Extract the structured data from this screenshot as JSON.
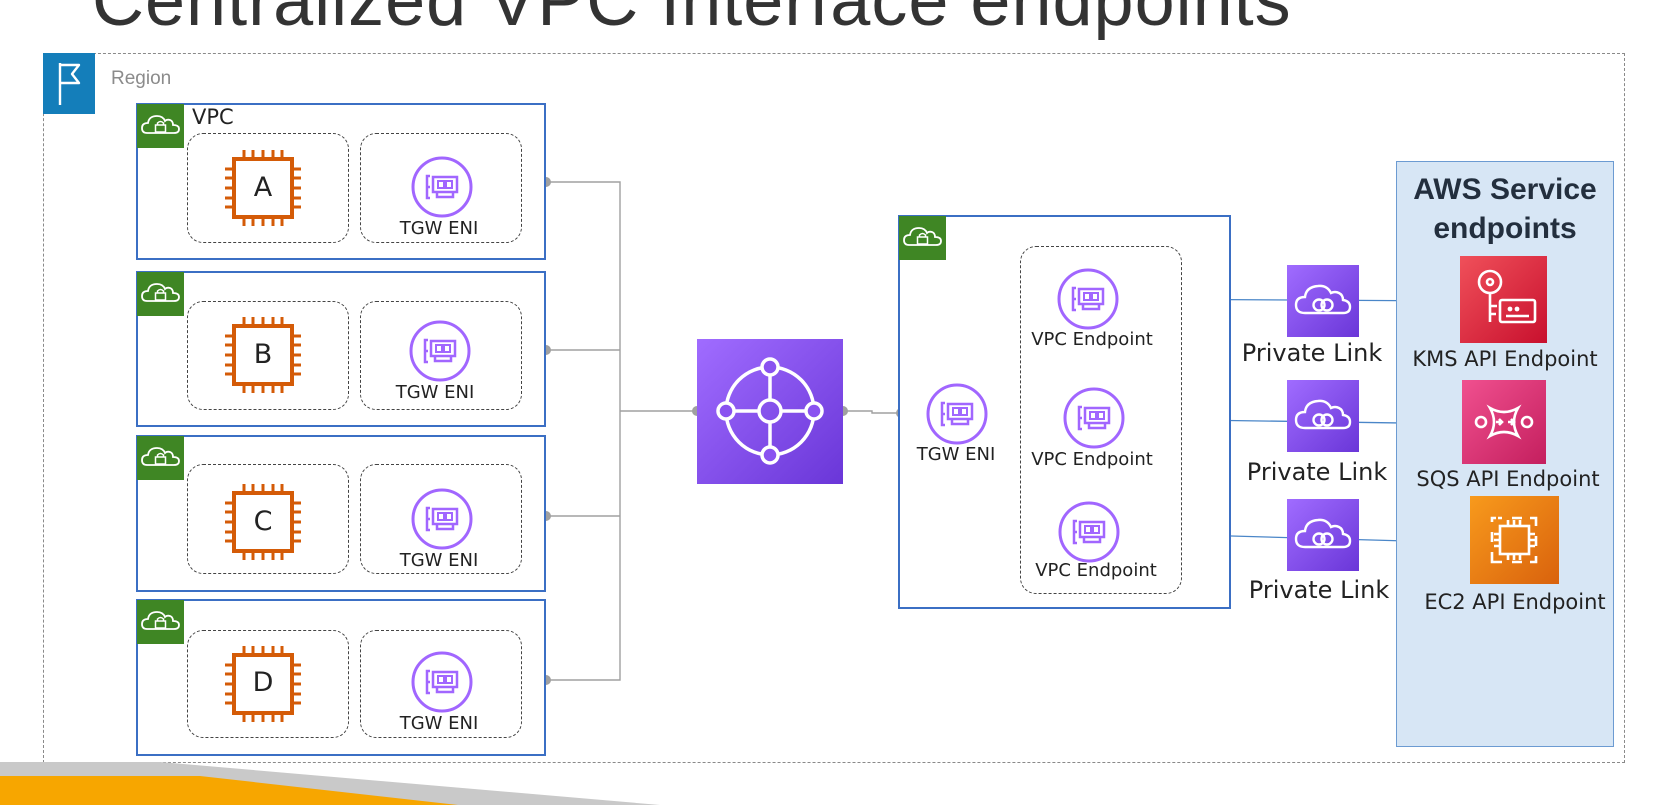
{
  "title": "Centralized VPC Interface endpoints",
  "region": {
    "label": "Region",
    "icon": "flag-icon"
  },
  "vpcs": [
    {
      "label": "VPC",
      "instance": "A",
      "eni_label": "TGW ENI"
    },
    {
      "label": "",
      "instance": "B",
      "eni_label": "TGW ENI"
    },
    {
      "label": "",
      "instance": "C",
      "eni_label": "TGW ENI"
    },
    {
      "label": "",
      "instance": "D",
      "eni_label": "TGW ENI"
    }
  ],
  "transit_gateway": {
    "icon": "transit-gateway-icon"
  },
  "central_vpc": {
    "eni_label": "TGW ENI",
    "endpoints": [
      "VPC Endpoint",
      "VPC Endpoint",
      "VPC Endpoint"
    ]
  },
  "private_links": [
    "Private Link",
    "Private Link",
    "Private Link"
  ],
  "aws_services": {
    "title_line1": "AWS Service",
    "title_line2": "endpoints",
    "services": [
      {
        "label": "KMS API Endpoint",
        "icon": "kms-icon",
        "color": "#dd344c"
      },
      {
        "label": "SQS API Endpoint",
        "icon": "sqs-icon",
        "color": "#e7157b"
      },
      {
        "label": "EC2 API Endpoint",
        "icon": "ec2-icon",
        "color": "#ed7100"
      }
    ]
  },
  "colors": {
    "vpc_border": "#3b6fc4",
    "vpc_badge": "#3f8624",
    "instance": "#d45b07",
    "eni": "#a166ff",
    "purple": "#7b3fe4",
    "region_flag": "#147eba",
    "aws_box": "#d7e6f5",
    "accent_orange": "#f7a600"
  }
}
